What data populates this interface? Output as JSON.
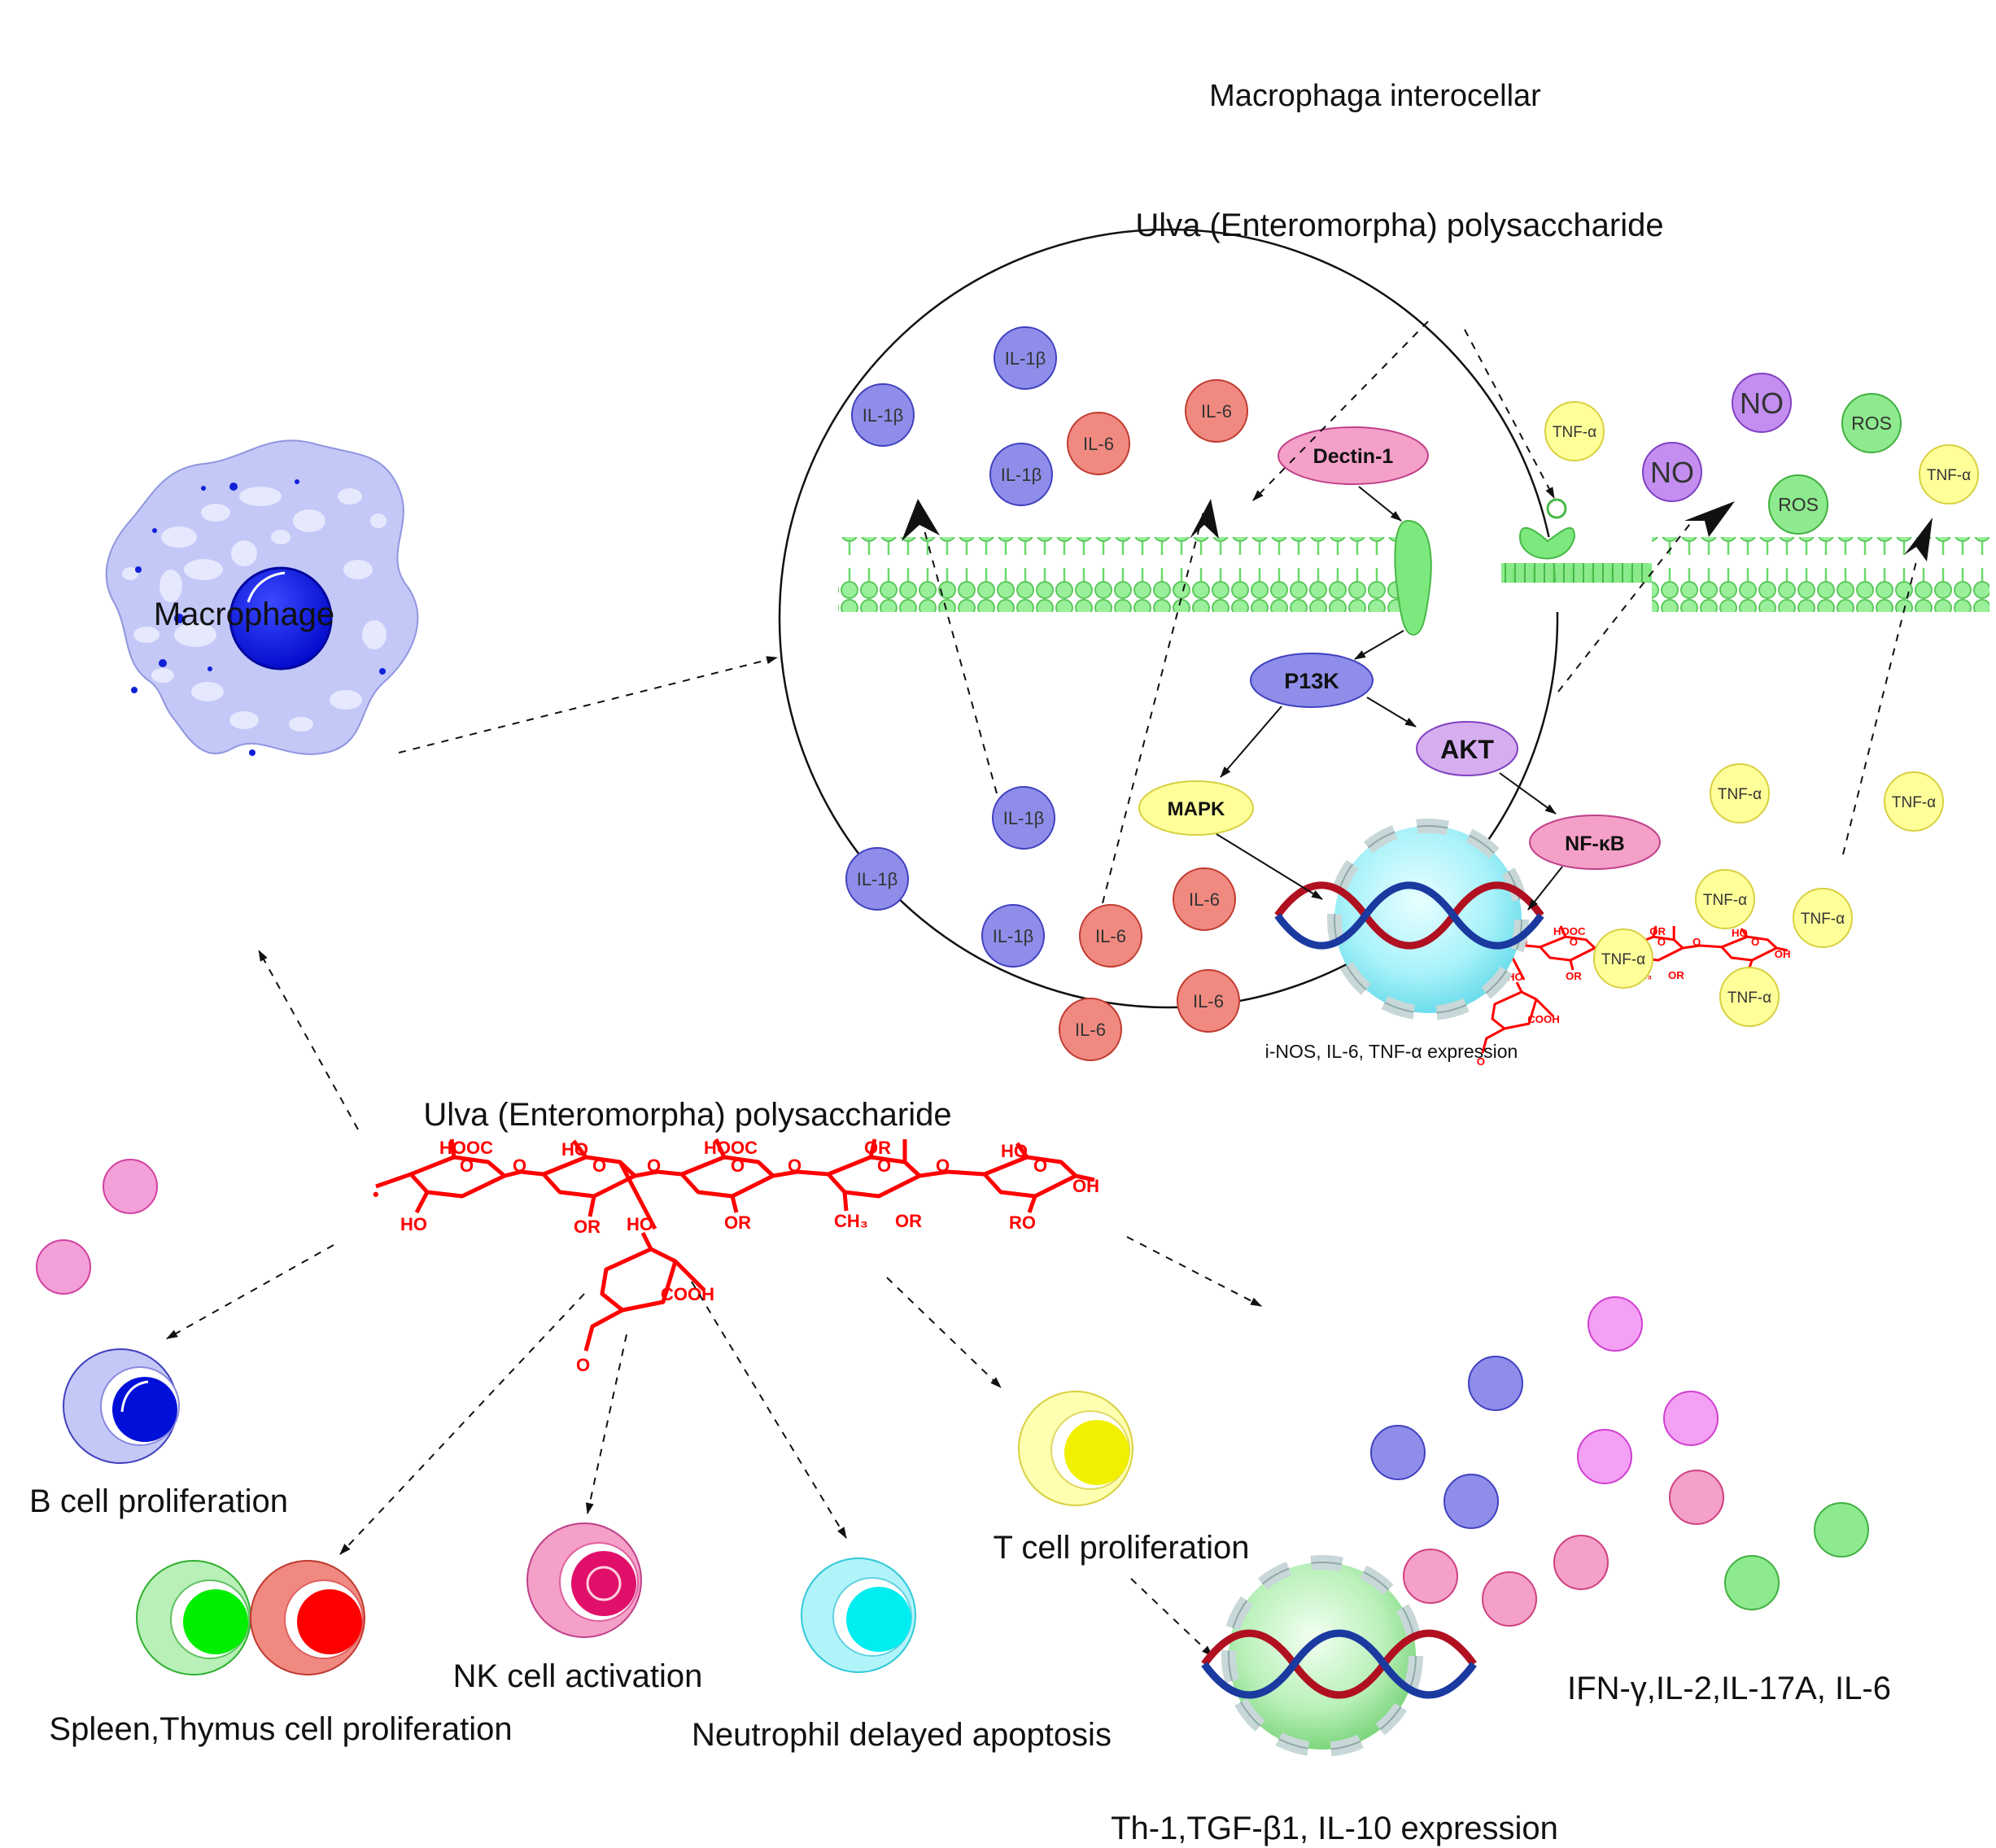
{
  "labels": {
    "macrophage": "Macrophage",
    "circle_title": "Macrophaga interocellar",
    "polysaccharide_top": "Ulva (Enteromorpha) polysaccharide",
    "polysaccharide_main": "Ulva (Enteromorpha) polysaccharide",
    "expression_inner": "i-NOS, IL-6, TNF-α expression",
    "b_cell": "B cell proliferation",
    "spleen_thymus": "Spleen,Thymus cell proliferation",
    "nk_cell": "NK cell activation",
    "neutrophil": "Neutrophil delayed apoptosis",
    "t_cell": "T cell proliferation",
    "th_expression": "Th-1,TGF-β1, IL-10 expression",
    "cytokines": "IFN-γ,IL-2,IL-17A, IL-6"
  },
  "proteins": {
    "dectin": "Dectin-1",
    "pi3k": "P13K",
    "akt": "AKT",
    "mapk": "MAPK",
    "nfkb": "NF-κB"
  },
  "mediators": {
    "il1b": "IL-1β",
    "il6": "IL-6",
    "tnfa": "TNF-α",
    "no": "NO",
    "ros": "ROS"
  },
  "chem": {
    "hooc": "HOOC",
    "ho": "HO",
    "or": "OR",
    "ro": "RO",
    "oh": "OH",
    "cooh": "COOH",
    "ch3": "CH₃"
  },
  "colors": {
    "structure": "#ff0000",
    "membrane": "#7de87d",
    "il1b": "#8e8eea",
    "il6": "#f08a80",
    "tnfa": "#ffff9a",
    "no": "#c38ef0",
    "ros": "#8eea8e",
    "b_cell_nucleus": "#0010d8",
    "nk_nucleus": "#e0106a",
    "t_cell_nucleus": "#f0f000"
  }
}
